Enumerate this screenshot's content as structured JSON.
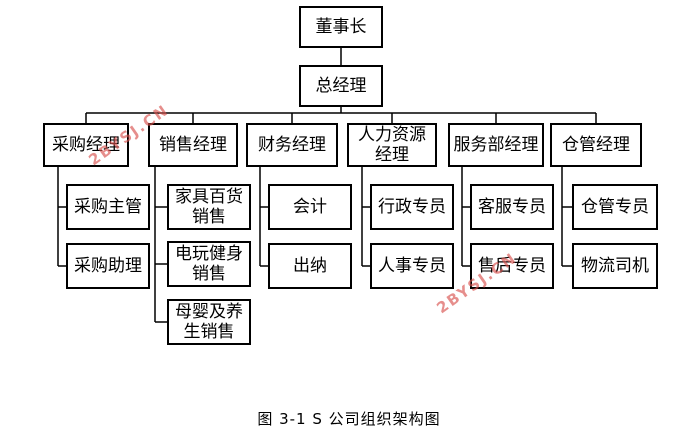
{
  "nodes": {
    "chairman": "董事长",
    "gm": "总经理",
    "purchase_mgr": "采购经理",
    "sales_mgr": "销售经理",
    "finance_mgr": "财务经理",
    "hr_mgr": "人力资源经理",
    "service_mgr": "服务部经理",
    "warehouse_mgr": "仓管经理",
    "purchase_supervisor": "采购主管",
    "purchase_assistant": "采购助理",
    "sales_home": "家具百货销售",
    "sales_game": "电玩健身销售",
    "sales_baby": "母婴及养生销售",
    "accountant": "会计",
    "cashier": "出纳",
    "admin_specialist": "行政专员",
    "personnel_specialist": "人事专员",
    "cs_specialist": "客服专员",
    "aftersales_specialist": "售后专员",
    "warehouse_specialist": "仓管专员",
    "logistics_driver": "物流司机"
  },
  "caption": "图 3-1 S 公司组织架构图",
  "watermark": [
    "2BYSJ.CN",
    "2BYSJ.CN"
  ]
}
